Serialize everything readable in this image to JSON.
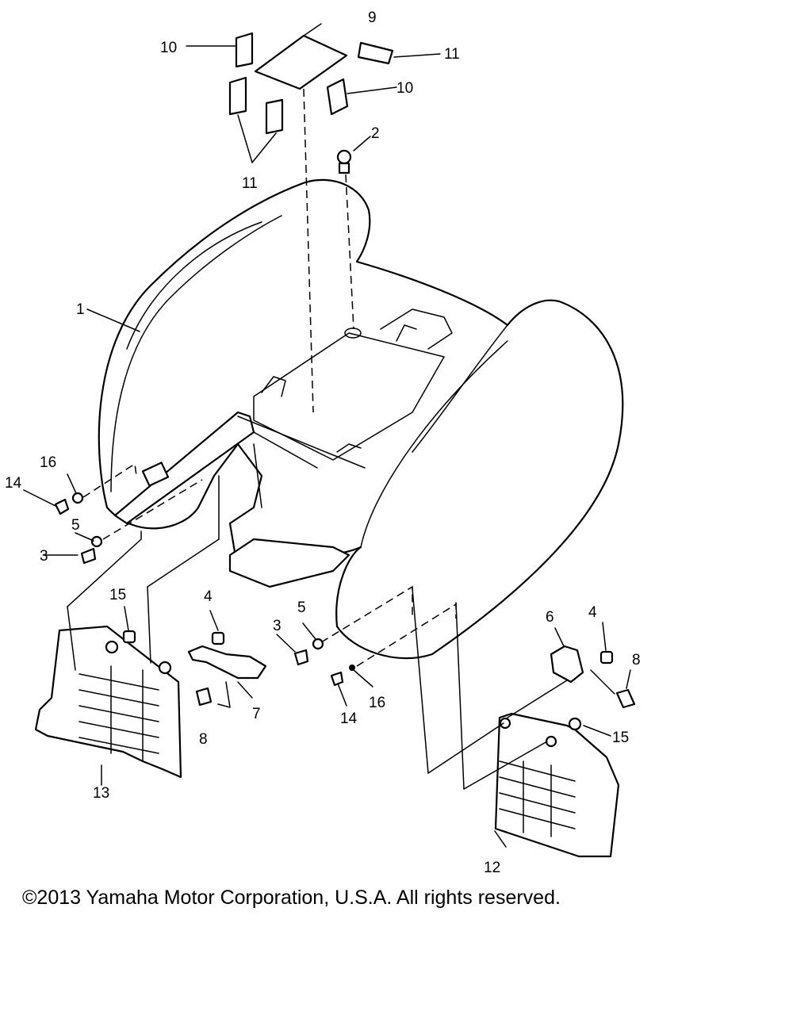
{
  "callouts": {
    "c1": "1",
    "c2": "2",
    "c3a": "3",
    "c3b": "3",
    "c4a": "4",
    "c4b": "4",
    "c5a": "5",
    "c5b": "5",
    "c6": "6",
    "c7": "7",
    "c8a": "8",
    "c8b": "8",
    "c9": "9",
    "c10a": "10",
    "c10b": "10",
    "c11a": "11",
    "c11b": "11",
    "c12": "12",
    "c13": "13",
    "c14a": "14",
    "c14b": "14",
    "c15a": "15",
    "c15b": "15",
    "c16a": "16",
    "c16b": "16"
  },
  "copyright": "©2013 Yamaha Motor Corporation, U.S.A. All rights reserved."
}
